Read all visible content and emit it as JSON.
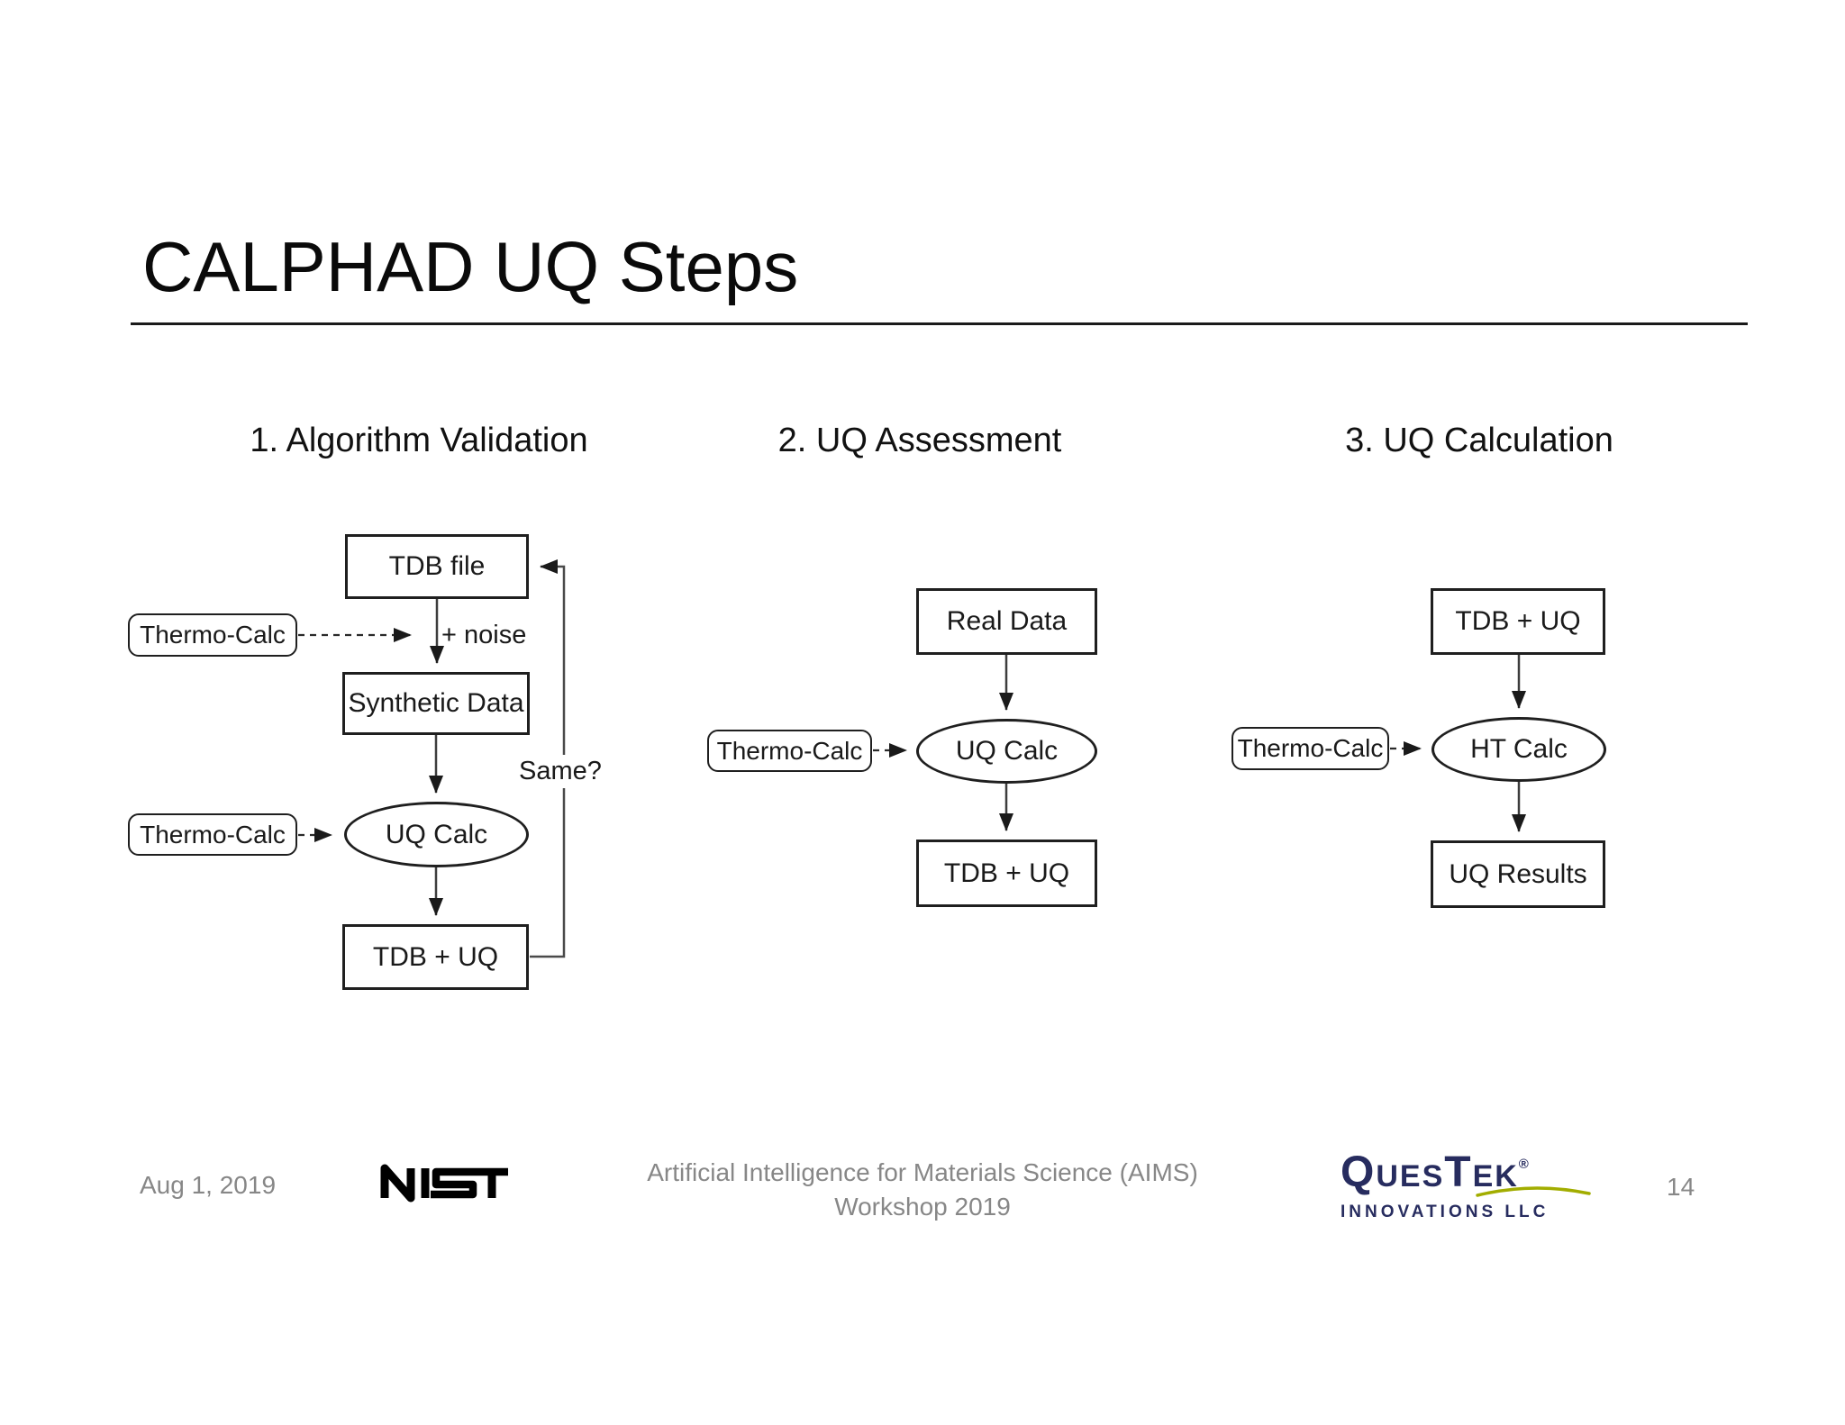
{
  "slide": {
    "title": "CALPHAD UQ Steps",
    "date": "Aug 1, 2019",
    "footer_line1": "Artificial Intelligence for Materials Science (AIMS)",
    "footer_line2": "Workshop 2019",
    "page_number": "14"
  },
  "logos": {
    "nist_alt": "NIST",
    "questek_name": "QuesTek",
    "questek_reg": "®",
    "questek_sub": "INNOVATIONS LLC",
    "questek_navy": "#272c5f",
    "questek_green": "#a2ad00"
  },
  "diagram1": {
    "heading": "1. Algorithm Validation",
    "tdb_file": "TDB file",
    "thermo_calc_1": "Thermo-Calc",
    "plus_noise": "+ noise",
    "synthetic_data": "Synthetic Data",
    "thermo_calc_2": "Thermo-Calc",
    "uq_calc": "UQ Calc",
    "tdb_uq": "TDB + UQ",
    "same": "Same?"
  },
  "diagram2": {
    "heading": "2. UQ Assessment",
    "real_data": "Real Data",
    "thermo_calc": "Thermo-Calc",
    "uq_calc": "UQ Calc",
    "tdb_uq": "TDB + UQ"
  },
  "diagram3": {
    "heading": "3. UQ Calculation",
    "tdb_uq": "TDB + UQ",
    "thermo_calc": "Thermo-Calc",
    "ht_calc": "HT Calc",
    "uq_results": "UQ Results"
  }
}
